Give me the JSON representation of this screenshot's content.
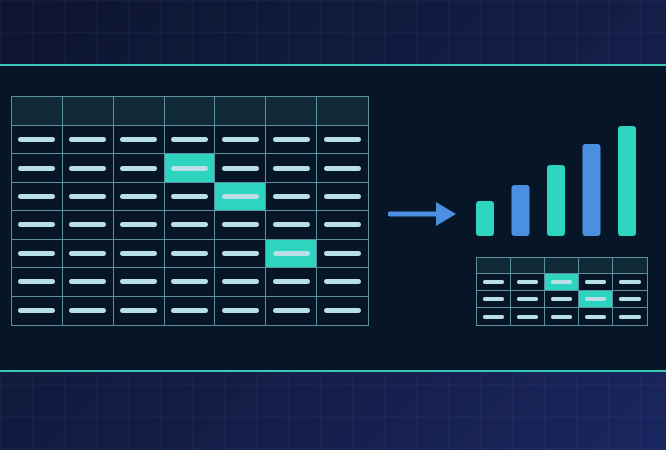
{
  "colors": {
    "accent_teal": "#2dd4bf",
    "accent_blue": "#4a8fe0",
    "panel_bg": "#071626",
    "grid_line": "#5d8fa1",
    "cell_dash": "#b8dfe6"
  },
  "large_table": {
    "columns": 7,
    "body_rows": 7,
    "highlighted_cells": [
      [
        1,
        3
      ],
      [
        2,
        4
      ],
      [
        4,
        5
      ]
    ]
  },
  "small_table": {
    "columns": 5,
    "body_rows": 3,
    "highlighted_cells": [
      [
        0,
        2
      ],
      [
        1,
        3
      ]
    ]
  },
  "arrow": {
    "icon": "arrow-right-icon"
  },
  "chart_data": {
    "type": "bar",
    "title": "",
    "xlabel": "",
    "ylabel": "",
    "categories": [
      "",
      "",
      "",
      "",
      ""
    ],
    "values": [
      35,
      51,
      71,
      92,
      110
    ],
    "bar_colors": [
      "#2dd4bf",
      "#4a8fe0",
      "#2dd4bf",
      "#4a8fe0",
      "#2dd4bf"
    ],
    "ylim": [
      0,
      110
    ],
    "grid": false
  }
}
